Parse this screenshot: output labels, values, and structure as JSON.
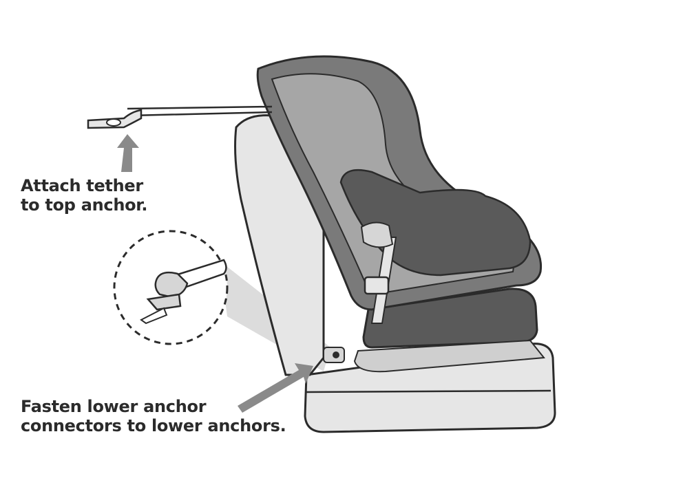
{
  "labels": {
    "top_anchor": {
      "line1": "Attach tether",
      "line2": "to top anchor."
    },
    "lower_anchor": {
      "line1": "Fasten lower anchor",
      "line2": "connectors to lower anchors."
    }
  },
  "colors": {
    "outline": "#2b2b2b",
    "shell_dark": "#5a5a5a",
    "shell_mid": "#7a7a7a",
    "shell_light": "#a6a6a6",
    "vehicle_seat": "#e6e6e6",
    "arrow": "#8a8a8a"
  }
}
